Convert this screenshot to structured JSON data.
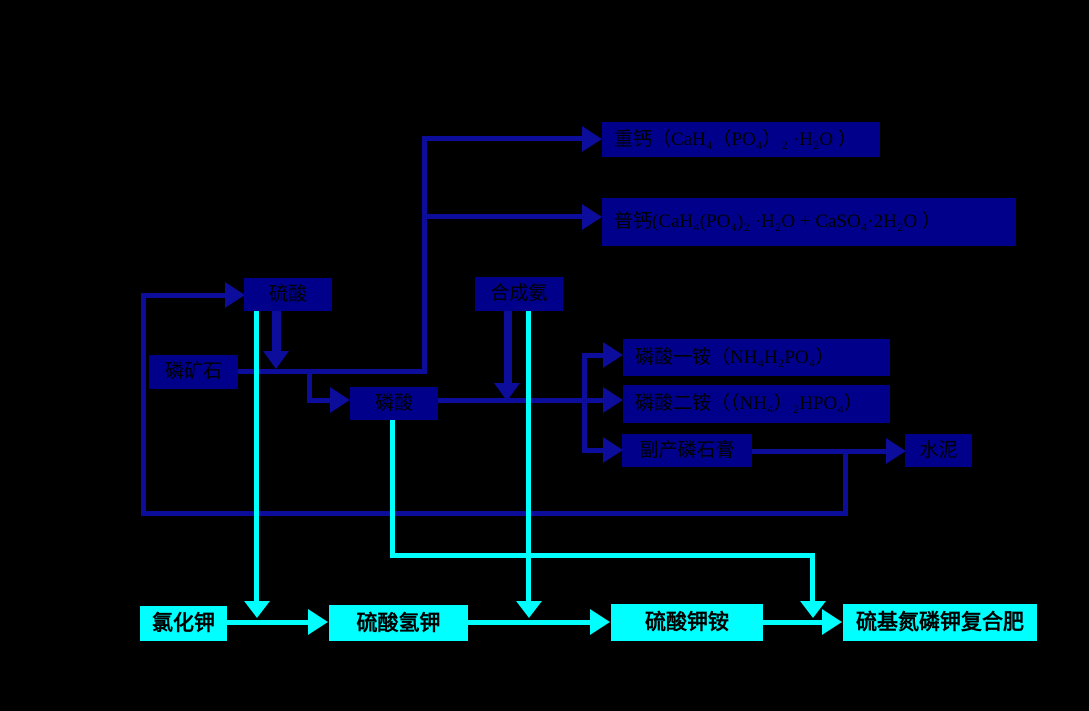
{
  "diagram": {
    "description_type": "flowchart",
    "palette": {
      "background": "#000000",
      "navy_box": "#00008B",
      "navy_line": "#0D0D9C",
      "cyan": "#00FFFF",
      "label": "#000000"
    },
    "nodes": {
      "triple_superphosphate": {
        "label": "重钙（CaH₄（PO₄）₂ ·H₂O ）",
        "type": "navy"
      },
      "single_superphosphate": {
        "label": "普钙(CaH₄(PO₄)₂ ·H₂O + CaSO₄·2H₂O ）",
        "type": "navy"
      },
      "sulfuric_acid": {
        "label": "硫酸",
        "type": "navy"
      },
      "synthetic_ammonia": {
        "label": "合成氨",
        "type": "navy"
      },
      "phosphate_rock": {
        "label": "磷矿石",
        "type": "navy"
      },
      "phosphoric_acid": {
        "label": "磷酸",
        "type": "navy"
      },
      "map": {
        "label": "磷酸一铵（NH₄H₂PO₄）",
        "type": "navy"
      },
      "dap": {
        "label": "磷酸二铵（（NH₄）₂HPO₄）",
        "type": "navy"
      },
      "phosphogypsum": {
        "label": "副产磷石膏",
        "type": "navy"
      },
      "cement": {
        "label": "水泥",
        "type": "navy"
      },
      "potassium_chloride": {
        "label": "氯化钾",
        "type": "cyan"
      },
      "potassium_bisulfate": {
        "label": "硫酸氢钾",
        "type": "cyan"
      },
      "potassium_ammonium_sulfate": {
        "label": "硫酸钾铵",
        "type": "cyan"
      },
      "npk_compound_fertilizer": {
        "label": "硫基氮磷钾复合肥",
        "type": "cyan"
      }
    },
    "edges": [
      {
        "from": "phosphate_rock",
        "to": "triple_superphosphate",
        "color": "navy"
      },
      {
        "from": "phosphate_rock",
        "to": "single_superphosphate",
        "color": "navy"
      },
      {
        "from": "phosphate_rock",
        "to": "phosphoric_acid",
        "color": "navy"
      },
      {
        "from": "sulfuric_acid",
        "to": "phosphate_rock_stream",
        "color": "navy"
      },
      {
        "from": "synthetic_ammonia",
        "to": "phosphoric_acid_stream",
        "color": "navy"
      },
      {
        "from": "phosphoric_acid",
        "to": "map",
        "color": "navy"
      },
      {
        "from": "phosphoric_acid",
        "to": "dap",
        "color": "navy"
      },
      {
        "from": "phosphoric_acid",
        "to": "phosphogypsum",
        "color": "navy"
      },
      {
        "from": "phosphogypsum",
        "to": "cement",
        "color": "navy"
      },
      {
        "from": "phosphogypsum",
        "to": "sulfuric_acid",
        "color": "navy"
      },
      {
        "from": "sulfuric_acid",
        "to": "potassium_chloride_stream",
        "color": "cyan"
      },
      {
        "from": "synthetic_ammonia",
        "to": "potassium_bisulfate_stream",
        "color": "cyan"
      },
      {
        "from": "phosphoric_acid",
        "to": "potassium_ammonium_sulfate_stream",
        "color": "cyan"
      },
      {
        "from": "potassium_chloride",
        "to": "potassium_bisulfate",
        "color": "cyan"
      },
      {
        "from": "potassium_bisulfate",
        "to": "potassium_ammonium_sulfate",
        "color": "cyan"
      },
      {
        "from": "potassium_ammonium_sulfate",
        "to": "npk_compound_fertilizer",
        "color": "cyan"
      }
    ]
  }
}
